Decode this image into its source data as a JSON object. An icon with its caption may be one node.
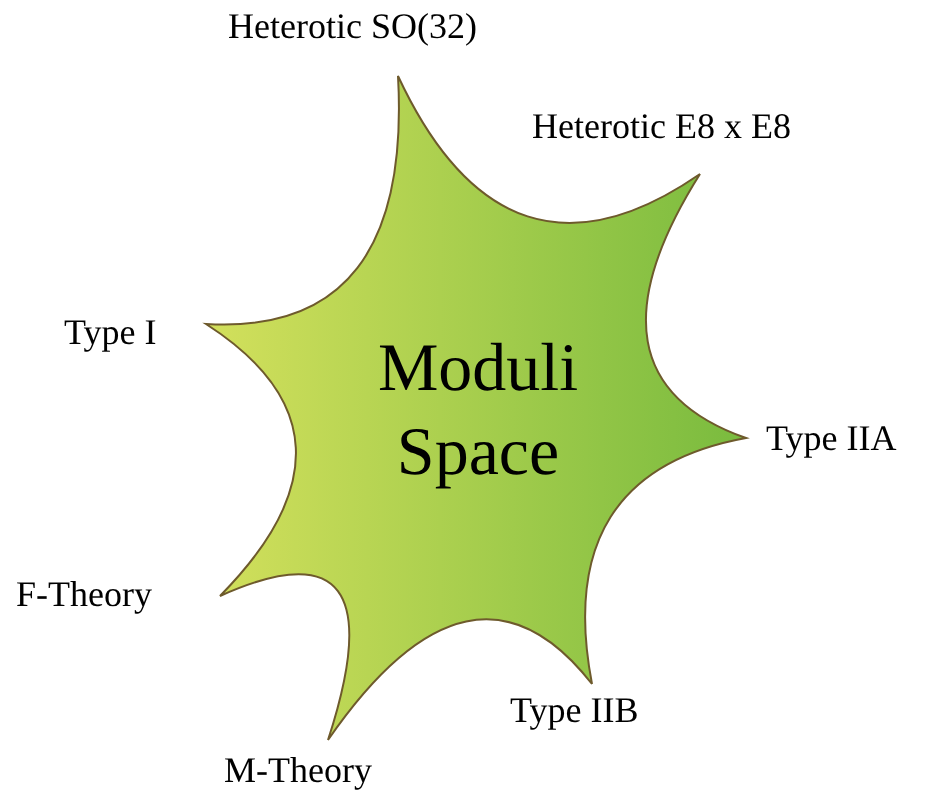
{
  "diagram": {
    "nodes": [
      {
        "text": [
          "Moduli Space"
        ]
      }
    ],
    "labels": [
      "Heterotic SO(32)",
      "Heterotic E8 x E8",
      "Type I",
      "Type IIA",
      "F-Theory",
      "Type IIB",
      "M-Theory"
    ]
  }
}
